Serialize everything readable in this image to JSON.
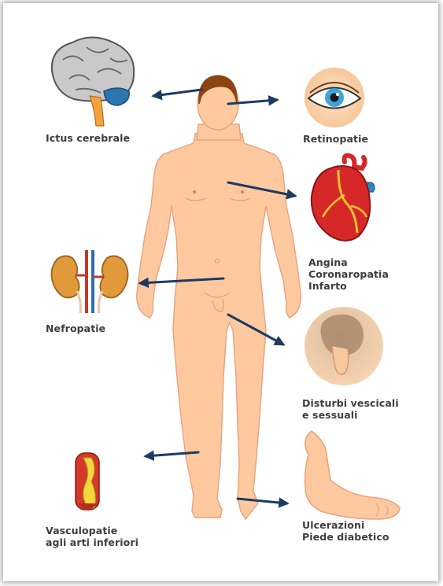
{
  "labels": {
    "ictus": "Ictus cerebrale",
    "retinopatie": "Retinopatie",
    "cardio": [
      "Angina",
      "Coronaropatia",
      "Infarto"
    ],
    "nefropatie": "Nefropatie",
    "disturbi": [
      "Disturbi vescicali",
      "e sessuali"
    ],
    "vasculopatie": [
      "Vasculopatie",
      "agli arti inferiori"
    ],
    "ulcerazioni": [
      "Ulcerazioni",
      "Piede diabetico"
    ]
  },
  "colors": {
    "skin": "#ffc9a0",
    "skin_outline": "#e7a27c",
    "arrow": "#1e3a63",
    "hair": "#8b4513",
    "text": "#3d3d3d"
  },
  "icons": [
    "brain-icon",
    "eye-icon",
    "heart-icon",
    "kidneys-icon",
    "bladder-icon",
    "artery-icon",
    "foot-icon",
    "human-body"
  ]
}
